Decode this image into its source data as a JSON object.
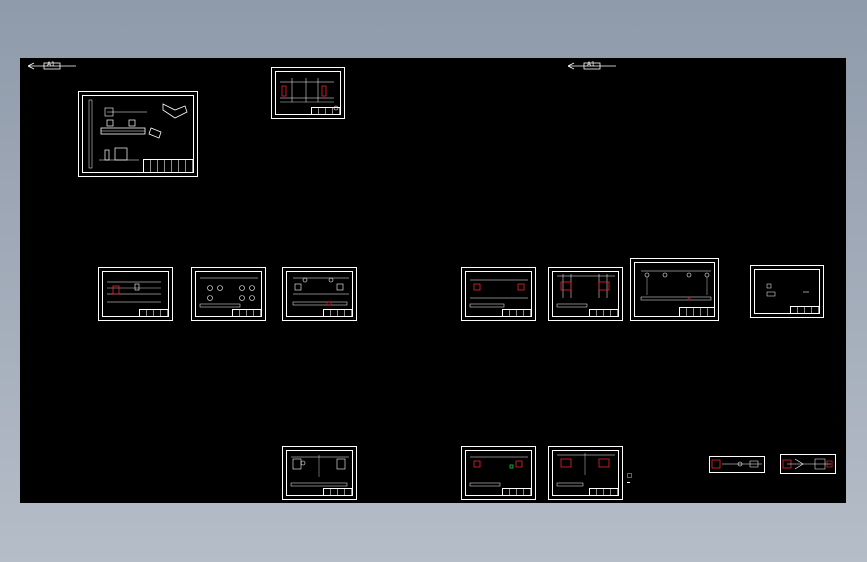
{
  "viewport": {
    "background": "#000000",
    "window_gradient": [
      "#8f9aaa",
      "#b5bdc8"
    ]
  },
  "title_marks": [
    {
      "label": "A1"
    },
    {
      "label": "A1"
    }
  ],
  "sheets": [
    {
      "id": "sheet-assembly"
    },
    {
      "id": "sheet-top-small"
    },
    {
      "id": "sheet-row1-1"
    },
    {
      "id": "sheet-row1-2"
    },
    {
      "id": "sheet-row1-3"
    },
    {
      "id": "sheet-row1-4"
    },
    {
      "id": "sheet-row1-5"
    },
    {
      "id": "sheet-row1-6"
    },
    {
      "id": "sheet-row1-7"
    },
    {
      "id": "sheet-row2-1"
    },
    {
      "id": "sheet-row2-2"
    },
    {
      "id": "sheet-row2-3"
    },
    {
      "id": "sheet-part-1"
    },
    {
      "id": "sheet-part-2"
    }
  ],
  "colors": {
    "lines": "#ffffff",
    "highlight": "#e22233",
    "accent_green": "#22cc44"
  }
}
